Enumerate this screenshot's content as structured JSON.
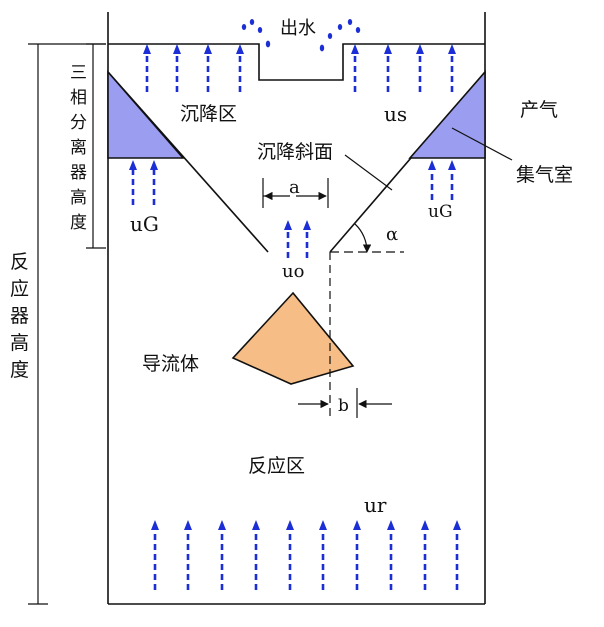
{
  "labels": {
    "outlet_water": "出水",
    "settling_zone": "沉降区",
    "separator_height": "三相分离器高度",
    "reactor_height": "反应器高度",
    "gas_produced": "产气",
    "gas_chamber": "集气室",
    "settling_slope": "沉降斜面",
    "deflector": "导流体",
    "reaction_zone": "反应区",
    "dim_a": "a",
    "dim_b": "b",
    "angle_alpha": "α",
    "u_s": "us",
    "u_g_left": "uG",
    "u_g_right": "uG",
    "u_o": "uo",
    "u_r": "ur"
  },
  "colors": {
    "gas_chamber_fill": "#9b9ef0",
    "deflector_fill": "#f6be86",
    "flow_arrow": "#1c2fd6",
    "line": "#111111"
  },
  "icons": {
    "flow": "upward-dashed-arrow-icon",
    "droplet": "water-droplet-icon"
  }
}
